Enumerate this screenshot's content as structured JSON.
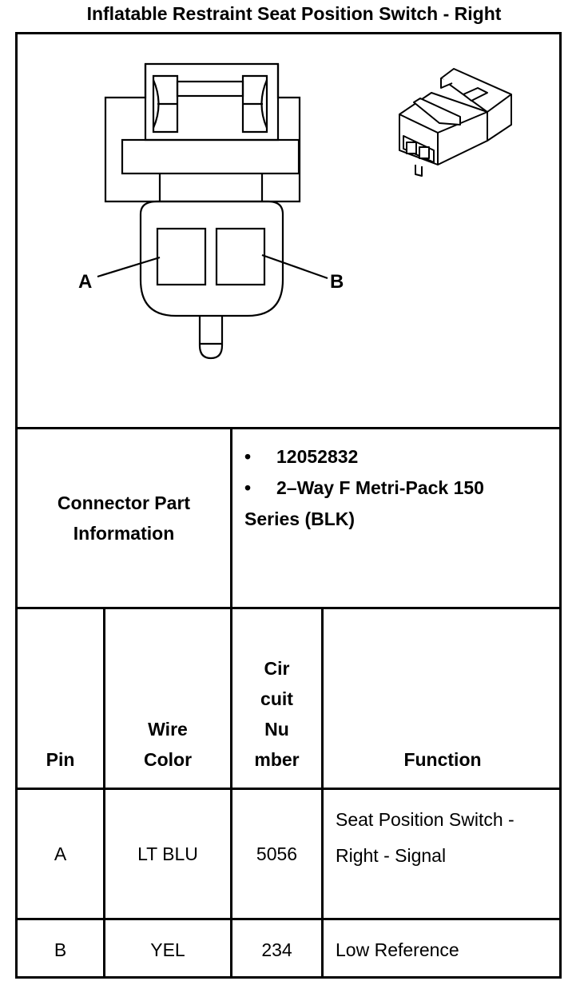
{
  "title": "Inflatable Restraint Seat Position Switch - Right",
  "diagram": {
    "pin_a_label": "A",
    "pin_b_label": "B"
  },
  "connector_info": {
    "label": "Connector Part Information",
    "items": [
      "12052832",
      "2–Way F Metri-Pack 150 Series (BLK)"
    ]
  },
  "table": {
    "headers": {
      "pin": "Pin",
      "wire_color": "Wire Color",
      "circuit_number": "Cir cuit Nu mber",
      "function": "Function"
    },
    "rows": [
      {
        "pin": "A",
        "wire_color": "LT BLU",
        "circuit": "5056",
        "function": "Seat Position Switch - Right - Signal"
      },
      {
        "pin": "B",
        "wire_color": "YEL",
        "circuit": "234",
        "function": "Low Reference"
      }
    ]
  }
}
